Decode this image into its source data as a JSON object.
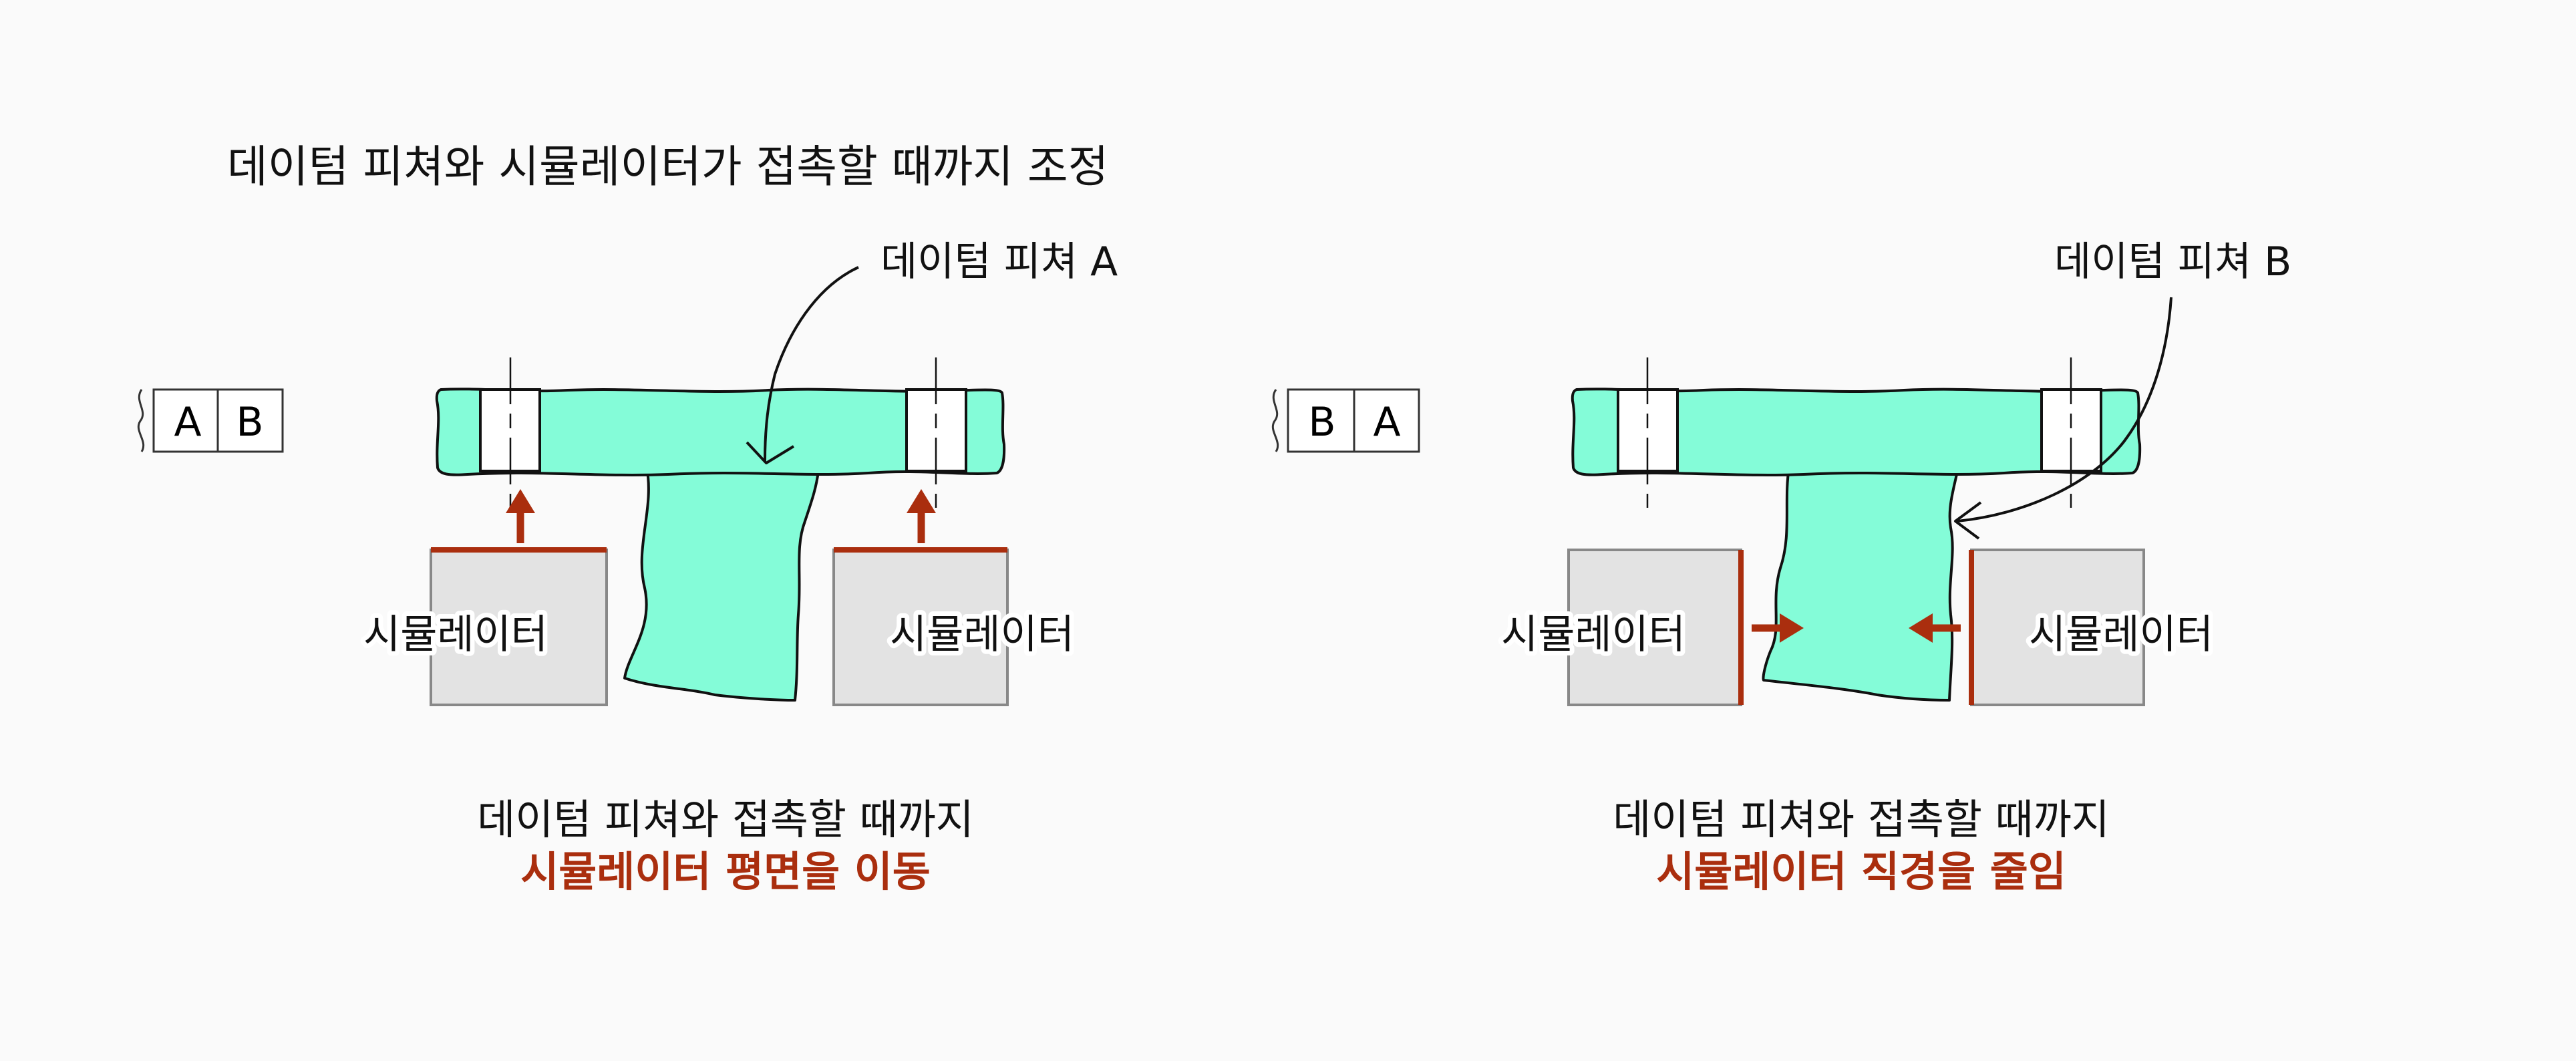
{
  "title": "데이텀 피쳐와 시뮬레이터가 접촉할 때까지 조정",
  "left": {
    "frame_cells": [
      "A",
      "B"
    ],
    "callout": "데이텀 피쳐 A",
    "simulator_left_label": "시뮬레이터",
    "simulator_right_label": "시뮬레이터",
    "caption_line1": "데이텀 피쳐와 접촉할 때까지",
    "caption_line2": "시뮬레이터 평면을 이동"
  },
  "right": {
    "frame_cells": [
      "B",
      "A"
    ],
    "callout": "데이텀 피쳐 B",
    "simulator_left_label": "시뮬레이터",
    "simulator_right_label": "시뮬레이터",
    "caption_line1": "데이텀 피쳐와 접촉할 때까지",
    "caption_line2": "시뮬레이터 직경을 줄임"
  },
  "colors": {
    "part_fill": "#84fcd8",
    "accent": "#aa2e0e",
    "simulator_fill": "#e3e3e3",
    "simulator_stroke": "#888888"
  }
}
